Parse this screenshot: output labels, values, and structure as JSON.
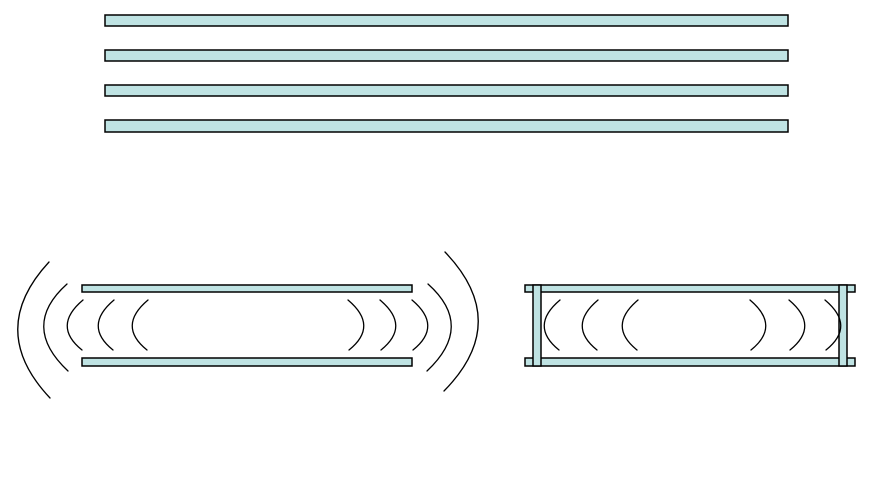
{
  "diagram": {
    "colors": {
      "plate_fill": "#bfe3e3",
      "plate_stroke": "#000000",
      "wave_stroke": "#000000",
      "background": "#ffffff"
    },
    "panels": [
      {
        "id": "stacked-plates",
        "description_visible": false,
        "plate_count": 4
      },
      {
        "id": "open-waveguide",
        "open_ends": true,
        "left_wavefronts": 5,
        "right_wavefronts": 5
      },
      {
        "id": "closed-cavity",
        "end_caps": true,
        "left_wavefronts": 3,
        "right_wavefronts": 3
      }
    ]
  }
}
